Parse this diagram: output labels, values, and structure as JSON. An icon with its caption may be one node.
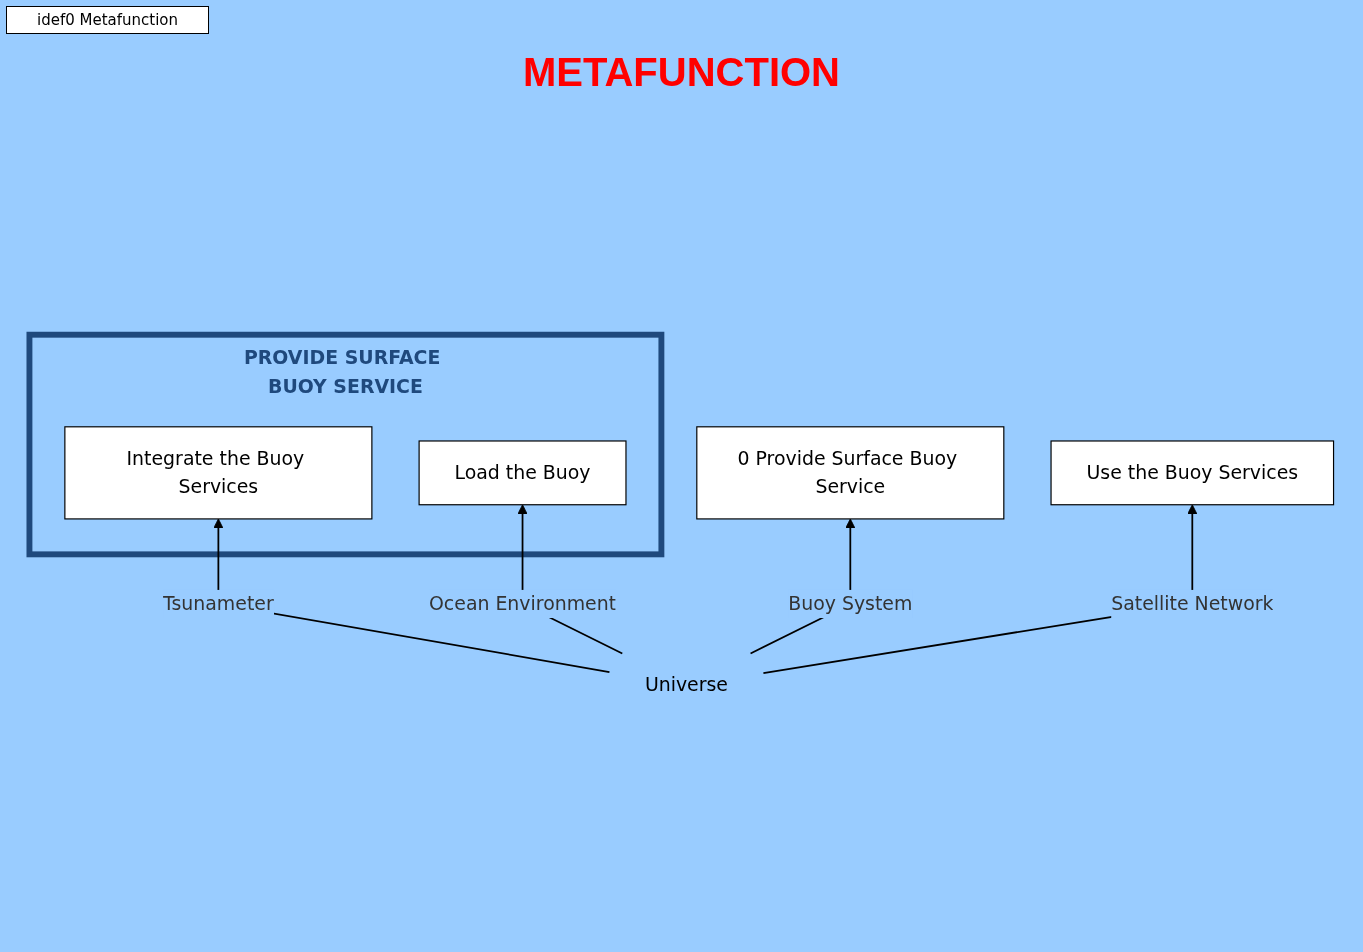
{
  "diagram": {
    "title": "METAFUNCTION",
    "nodes": [
      {
        "text": [
          "0 Provide Surface Buoy Service"
        ]
      },
      {
        "text": [
          "PROVIDE SURFACE BUOY SERVICE"
        ]
      },
      {
        "text": [
          "Integrate the Buoy Services"
        ],
        "in": 1
      },
      {
        "text": [
          "Load the Buoy"
        ],
        "in": 1
      },
      {
        "text": [
          "Use the Buoy Services"
        ]
      },
      {
        "text": [
          "Universe"
        ]
      }
    ],
    "edges": [
      {
        "from": 5,
        "to": 0,
        "arrow": "to",
        "label": "Buoy System"
      },
      {
        "from": 5,
        "to": 2,
        "arrow": "to",
        "label": "Tsunameter"
      },
      {
        "from": 5,
        "to": 3,
        "arrow": "to",
        "label": "Ocean Environment"
      },
      {
        "from": 5,
        "to": 4,
        "arrow": "to",
        "label": "Satellite Network"
      }
    ],
    "labels": [
      "idef0 Metafunction"
    ]
  }
}
